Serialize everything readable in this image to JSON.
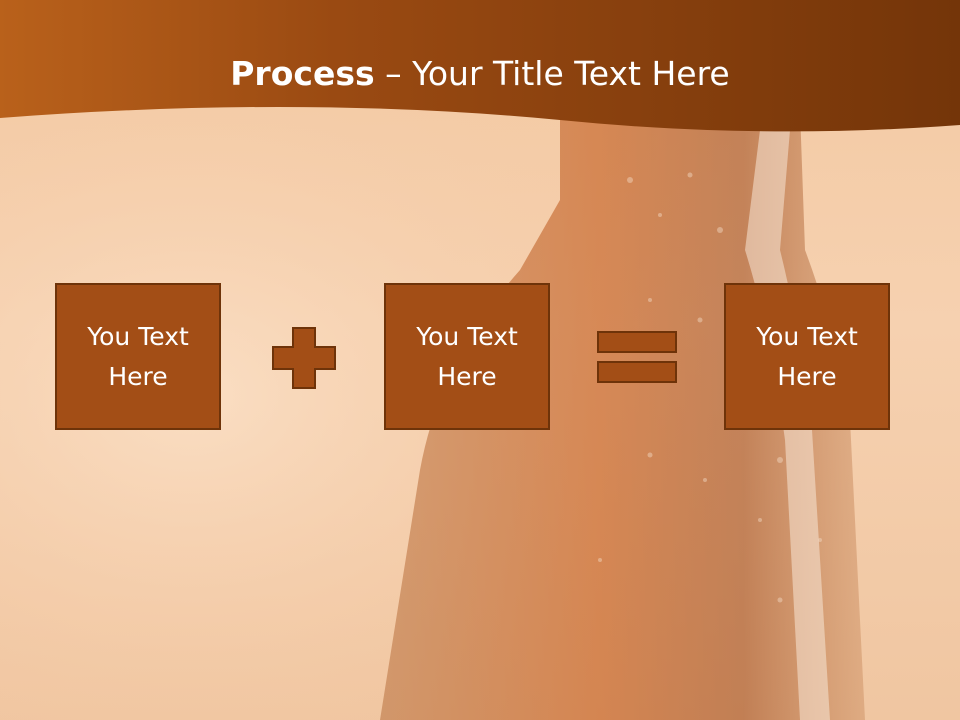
{
  "slide": {
    "title_bold": "Process",
    "title_rest": " – Your Title Text Here",
    "boxes": [
      {
        "text": "You Text Here"
      },
      {
        "text": "You Text Here"
      },
      {
        "text": "You Text Here"
      }
    ],
    "operators": [
      "plus-icon",
      "equals-icon"
    ]
  },
  "colors": {
    "header_dark": "#7a3a0c",
    "header_accent": "#b8621a",
    "background": "#f5cfaf",
    "box_fill": "#a34e16",
    "box_border": "#6e3309",
    "operator_fill": "#a34e16",
    "text": "#ffffff"
  }
}
